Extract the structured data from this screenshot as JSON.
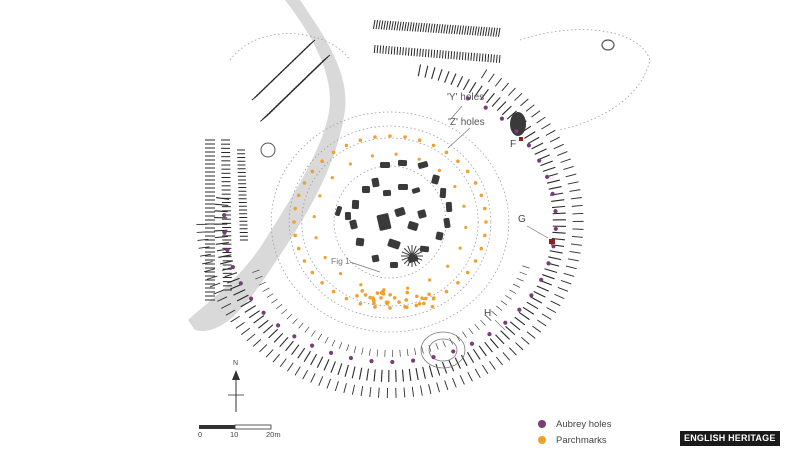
{
  "labels": {
    "y_holes": "'Y' holes",
    "z_holes": "'Z' holes",
    "fig": "Fig 1",
    "letter_f": "F",
    "letter_g": "G",
    "letter_h": "H",
    "north": "N"
  },
  "scale": {
    "ticks": [
      "0",
      "10",
      "20m"
    ]
  },
  "legend": {
    "items": [
      {
        "label": "Aubrey holes",
        "color": "#7a3d7a"
      },
      {
        "label": "Parchmarks",
        "color": "#f0a030"
      }
    ]
  },
  "credit": "ENGLISH HERITAGE",
  "colors": {
    "aubrey": "#7a3d7a",
    "parchmark": "#f0a030",
    "stone": "#3a3a3a",
    "hatch": "#2a2a2a",
    "track": "#d9d9d9",
    "feature_red": "#8a2020"
  }
}
